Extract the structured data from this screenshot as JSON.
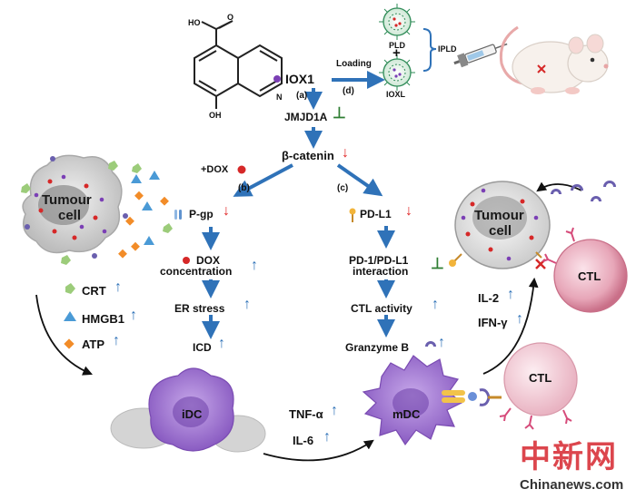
{
  "chem": {
    "oh_top": "HO",
    "o": "O",
    "n": "N",
    "oh_bottom": "OH"
  },
  "drug": "IOX1",
  "steps": {
    "a": "(a)",
    "b": "(b)",
    "c": "(c)",
    "d": "(d)"
  },
  "loading": "Loading",
  "nanoparticles": {
    "pld": "PLD",
    "plus": "+",
    "ioxl": "IOXL",
    "ipld": "IPLD"
  },
  "core": {
    "jmjd1a": "JMJD1A",
    "beta_catenin": "β-catenin",
    "dox_plus": "+DOX"
  },
  "left_path": {
    "pgp": "P-gp",
    "dox_conc_1": "DOX",
    "dox_conc_2": "concentration",
    "er": "ER stress",
    "icd": "ICD"
  },
  "right_path": {
    "pdl1": "PD-L1",
    "interaction_1": "PD-1/PD-L1",
    "interaction_2": "interaction",
    "ctl_activity": "CTL activity",
    "granzyme": "Granzyme B"
  },
  "tumour_left": {
    "line1": "Tumour",
    "line2": "cell"
  },
  "tumour_right": {
    "line1": "Tumour",
    "line2": "cell"
  },
  "damps": [
    "CRT",
    "HMGB1",
    "ATP"
  ],
  "dc": {
    "idc": "iDC",
    "mdc": "mDC"
  },
  "cytokines_dc": [
    "TNF-α",
    "IL-6"
  ],
  "cytokines_ctl": [
    "IL-2",
    "IFN-γ"
  ],
  "ctl": {
    "upper": "CTL",
    "lower": "CTL"
  },
  "symbols": {
    "up": "↑",
    "down": "↓",
    "inhibit": "⊥"
  },
  "watermark": {
    "cn": "中新网",
    "en": "Chinanews.com"
  },
  "colors": {
    "arrow_blue": "#2f72b8",
    "down_red": "#e02525",
    "inhibit_green": "#2e7d32",
    "crt_green": "#9ccc7a",
    "hmgb1_blue": "#4a9ad6",
    "atp_orange": "#f28c28",
    "dc_purple": "#9b6fc9",
    "ctl_pink": "#d9809a"
  }
}
